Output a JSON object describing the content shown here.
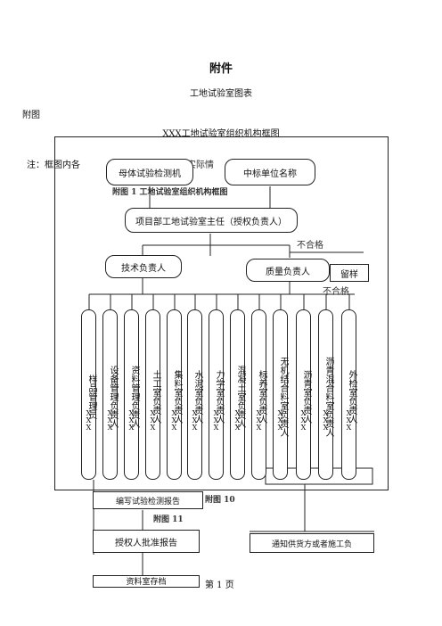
{
  "header": {
    "title": "附件",
    "subtitle": "工地试验室图表",
    "fig_label": "附图"
  },
  "chart": {
    "title": "XXX工地试验室组织机构框图",
    "note": "注：框图内各",
    "note_tail": "实际情",
    "top_left": "母体试验检测机",
    "top_right": "中标单位名称",
    "director": "项目部工地试验室主任（授权负责人）",
    "tech_lead": "技术负责人",
    "quality_lead": "质量负责人",
    "fail_label_1": "不合格",
    "fail_label_2": "不合格",
    "keep_label": "留样",
    "ghost_fig1": "附图 1    工地试验室组织机构框图",
    "ghost_fig10": "附图 10",
    "ghost_fig11": "附图 11",
    "columns": [
      {
        "role": "样品管理员",
        "mark": "XXX"
      },
      {
        "role": "设备管理负责人",
        "mark": "XXX"
      },
      {
        "role": "资料管理负责人",
        "mark": "XXX"
      },
      {
        "role": "土工室负责人",
        "mark": "XXX"
      },
      {
        "role": "集料室负责人",
        "mark": "XXX"
      },
      {
        "role": "水泥室负责人",
        "mark": "XXX"
      },
      {
        "role": "力学室负责人",
        "mark": "XXX"
      },
      {
        "role": "混凝土室负责人",
        "mark": "XXX"
      },
      {
        "role": "标养室负责人",
        "mark": "XXX"
      },
      {
        "role": "无机结合料室负责人",
        "mark": "XXX"
      },
      {
        "role": "沥青室负责人",
        "mark": "XXX"
      },
      {
        "role": "沥青混合料室负责人",
        "mark": "XXX"
      },
      {
        "role": "外检室负责人",
        "mark": "XXX"
      }
    ]
  },
  "flow": {
    "report_box": "编写试验检测报告",
    "approve_box": "授权人批准报告",
    "notify_box": "通知供货方或者施工负",
    "archive_box": "资料室存档"
  },
  "footer": {
    "page": "第  1  页"
  }
}
